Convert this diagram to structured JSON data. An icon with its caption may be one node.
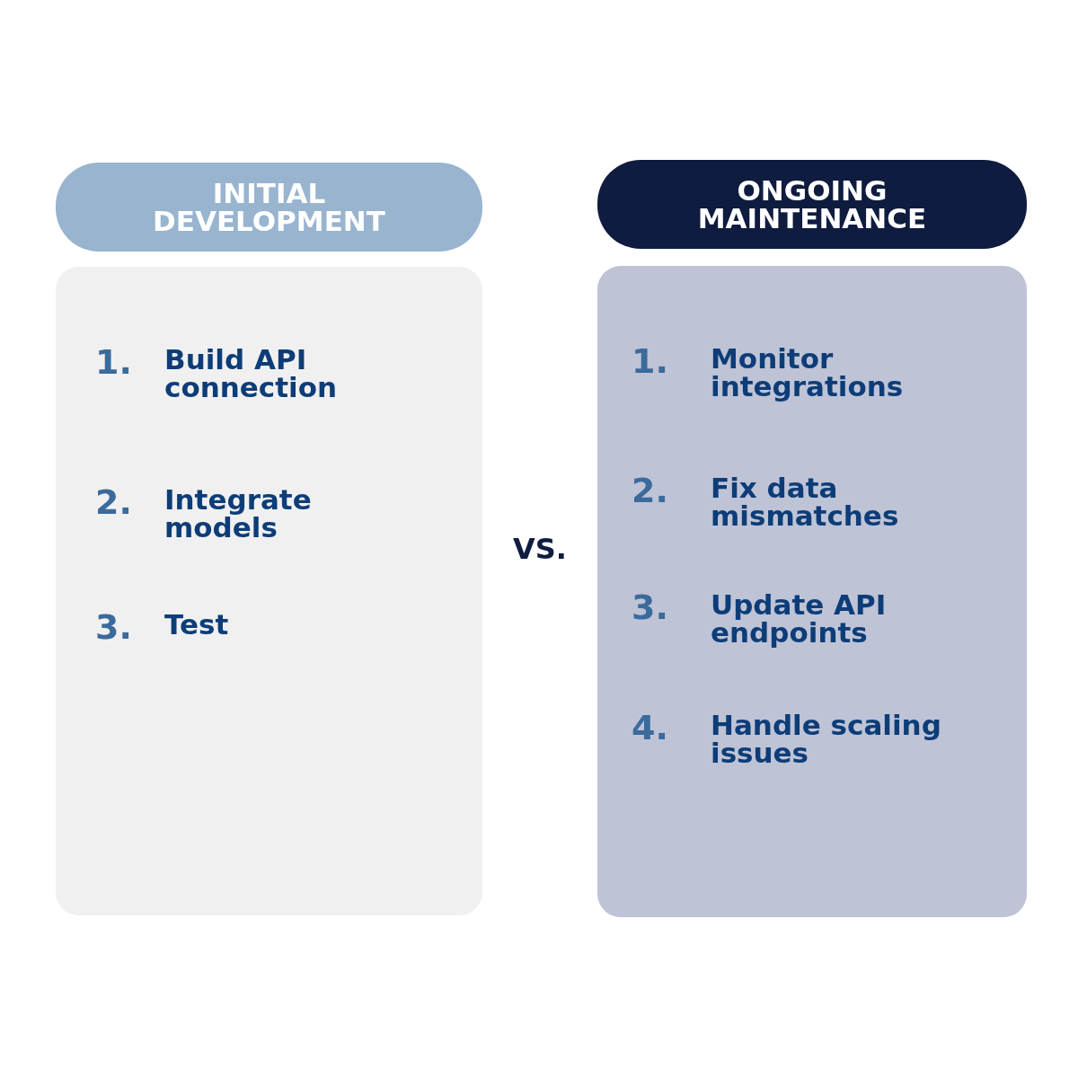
{
  "diagram": {
    "nodes": [
      {
        "text": [
          "INITIAL DEVELOPMENT"
        ]
      },
      {
        "text": [
          "1.",
          "Build API connection",
          "2.",
          "Integrate models",
          "3.",
          "Test"
        ]
      },
      {
        "text": [
          "ONGOING MAINTENANCE"
        ]
      },
      {
        "text": [
          "1.",
          "Monitor integrations",
          "2.",
          "Fix data mismatches",
          "3.",
          "Update API endpoints",
          "4.",
          "Handle scaling issues"
        ]
      }
    ],
    "labels": [
      "VS."
    ]
  }
}
